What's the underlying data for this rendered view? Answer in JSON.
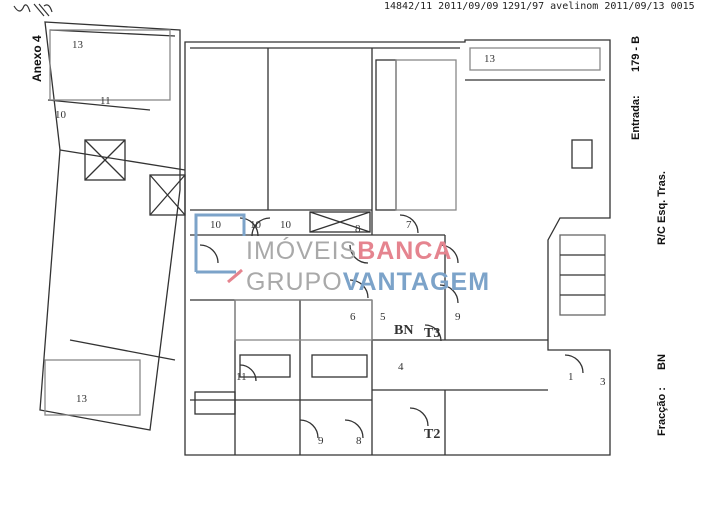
{
  "header": {
    "stamp_left": "14842/11 2011/09/09",
    "stamp_right": "1291/97 avelinom 2011/09/13 0015"
  },
  "annex_label": "Anexo 4",
  "signature": "signature",
  "side": {
    "entrada_label": "Entrada:",
    "entrada_value": "179  -  B",
    "location": "R/C Esq. Tras.",
    "fraccao_label": "Fracção :",
    "fraccao_value": "BN"
  },
  "watermark": {
    "line1_a": "IMÓVEIS",
    "line1_b": "BANCA",
    "line2_a": "GRUPO",
    "line2_b": "VANTAGEM",
    "colors": {
      "gray": "#a9a9a9",
      "red": "#e5848f",
      "blue": "#7ca3c9"
    }
  },
  "plan": {
    "fraction_mark": "BN",
    "rooms": [
      "13",
      "10",
      "11",
      "13",
      "10",
      "10",
      "10",
      "7",
      "8",
      "5",
      "6",
      "9",
      "T3",
      "4",
      "1",
      "3",
      "T2",
      "8",
      "9",
      "11",
      "13"
    ]
  }
}
